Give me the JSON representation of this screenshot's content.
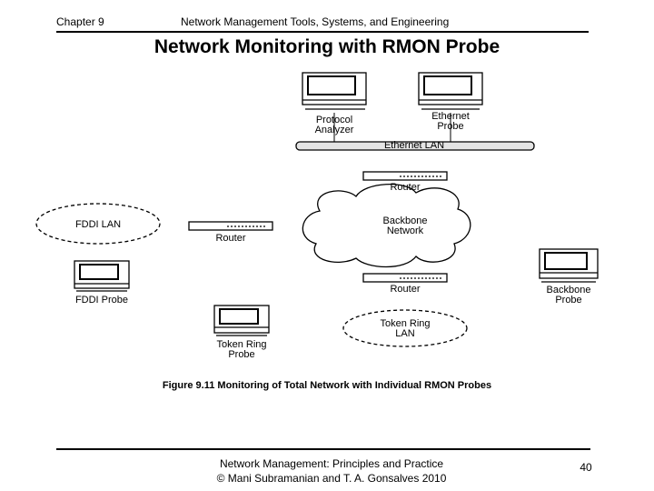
{
  "header": {
    "chapter": "Chapter 9",
    "book_title": "Network Management Tools, Systems, and Engineering"
  },
  "slide": {
    "title": "Network Monitoring with RMON Probe"
  },
  "diagram": {
    "protocol_analyzer": [
      "Protocol",
      "Analyzer"
    ],
    "ethernet_probe": [
      "Ethernet",
      "Probe"
    ],
    "ethernet_lan": "Ethernet LAN",
    "router_top": "Router",
    "fddi_lan": "FDDI LAN",
    "router_left": "Router",
    "backbone_network": [
      "Backbone",
      "Network"
    ],
    "router_bottom": "Router",
    "backbone_probe": [
      "Backbone",
      "Probe"
    ],
    "fddi_probe": "FDDI Probe",
    "token_ring_lan": [
      "Token Ring",
      "LAN"
    ],
    "token_ring_probe": [
      "Token Ring",
      "Probe"
    ],
    "caption": "Figure 9.11  Monitoring of Total Network with Individual RMON Probes"
  },
  "footer": {
    "line1": "Network Management: Principles and Practice",
    "line2": "© Mani Subramanian and T. A. Gonsalves 2010",
    "page": "40"
  }
}
